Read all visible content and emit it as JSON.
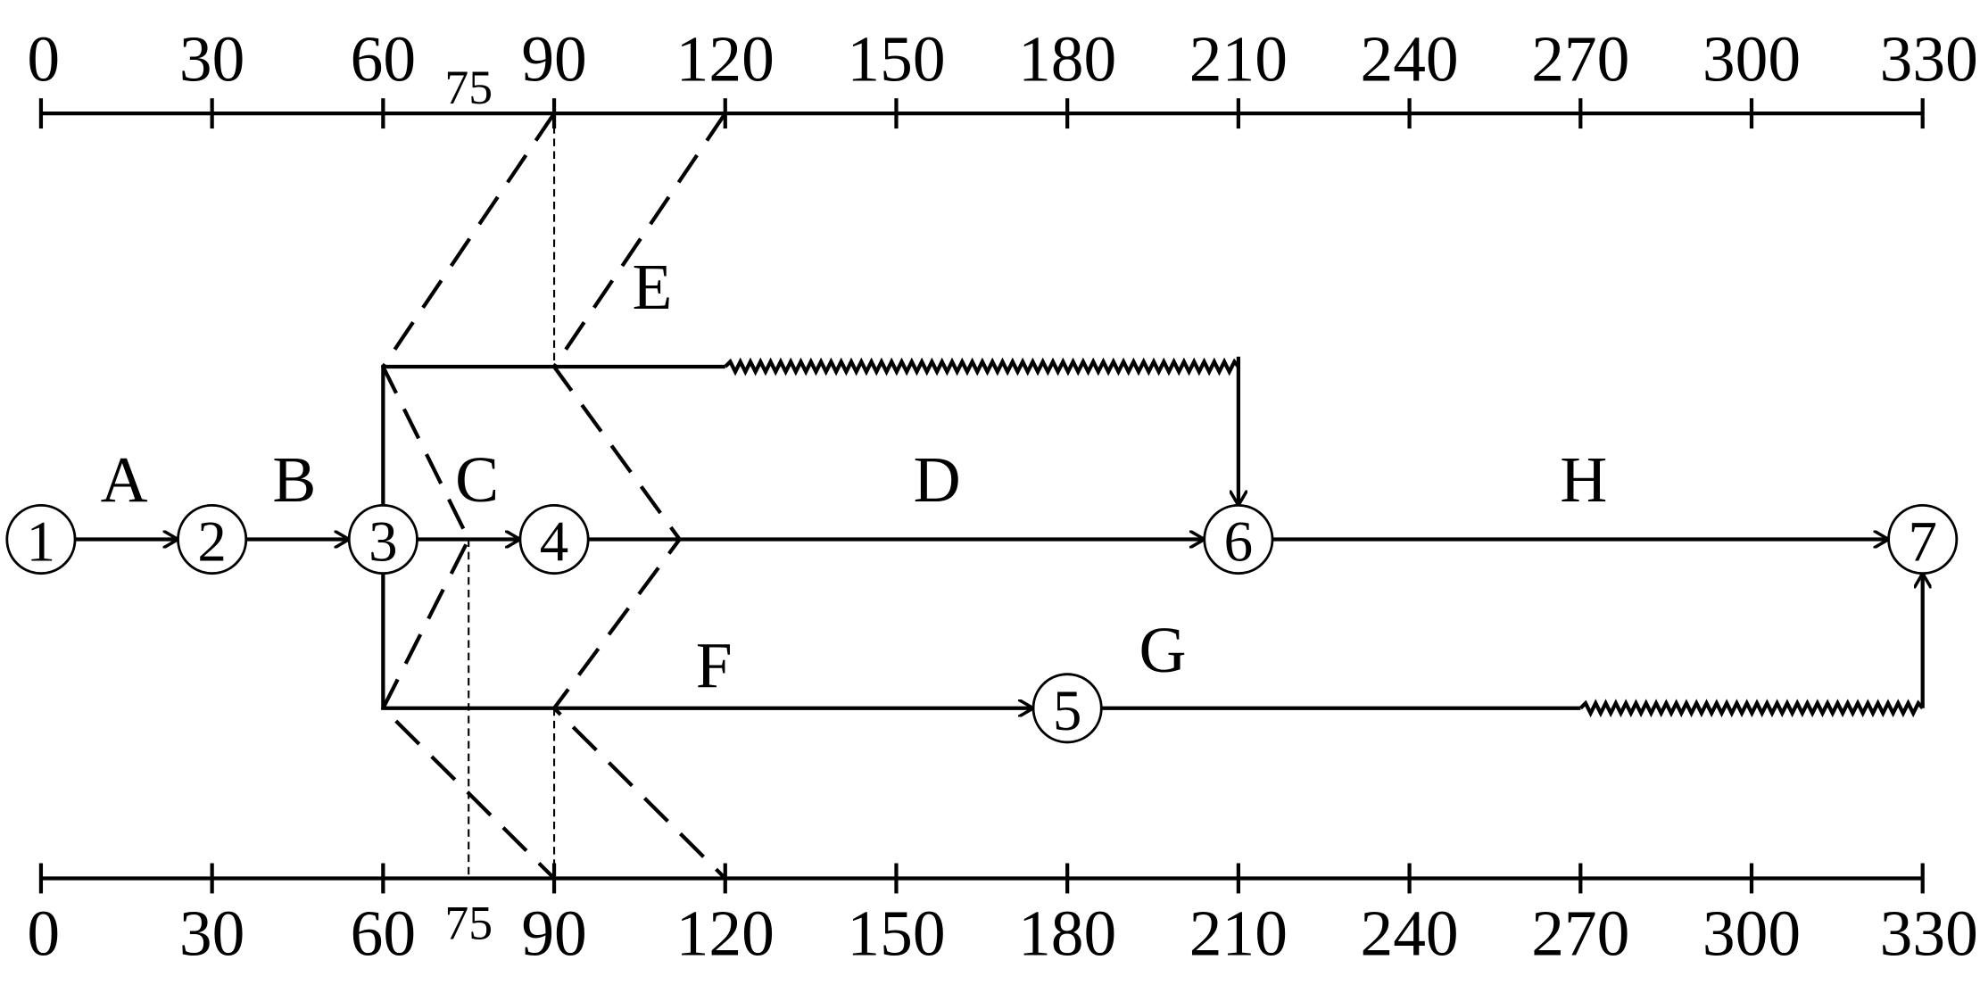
{
  "diagram": {
    "type": "time-scaled network diagram with progress check lines",
    "axis_ticks": [
      0,
      30,
      60,
      90,
      120,
      150,
      180,
      210,
      240,
      270,
      300,
      330
    ],
    "extra_tick": 75,
    "nodes": [
      {
        "id": "1",
        "t": 0,
        "row": "mid"
      },
      {
        "id": "2",
        "t": 30,
        "row": "mid"
      },
      {
        "id": "3",
        "t": 60,
        "row": "mid"
      },
      {
        "id": "4",
        "t": 90,
        "row": "mid"
      },
      {
        "id": "6",
        "t": 210,
        "row": "mid"
      },
      {
        "id": "7",
        "t": 330,
        "row": "mid"
      },
      {
        "id": "5",
        "t": 180,
        "row": "low"
      }
    ],
    "activities": [
      {
        "label": "A",
        "from": "1",
        "to": "2"
      },
      {
        "label": "B",
        "from": "2",
        "to": "3"
      },
      {
        "label": "C",
        "from": "3",
        "to": "4"
      },
      {
        "label": "D",
        "from": "4",
        "to": "6"
      },
      {
        "label": "H",
        "from": "6",
        "to": "7"
      },
      {
        "label": "E",
        "from": "3",
        "to": "6",
        "duration_end": 120,
        "float_end": 210
      },
      {
        "label": "F",
        "from": "3",
        "to": "5"
      },
      {
        "label": "G",
        "from": "5",
        "to": "7",
        "duration_end": 270,
        "float_end": 330
      }
    ],
    "colors": {
      "line": "#000000",
      "background": "#ffffff"
    }
  }
}
